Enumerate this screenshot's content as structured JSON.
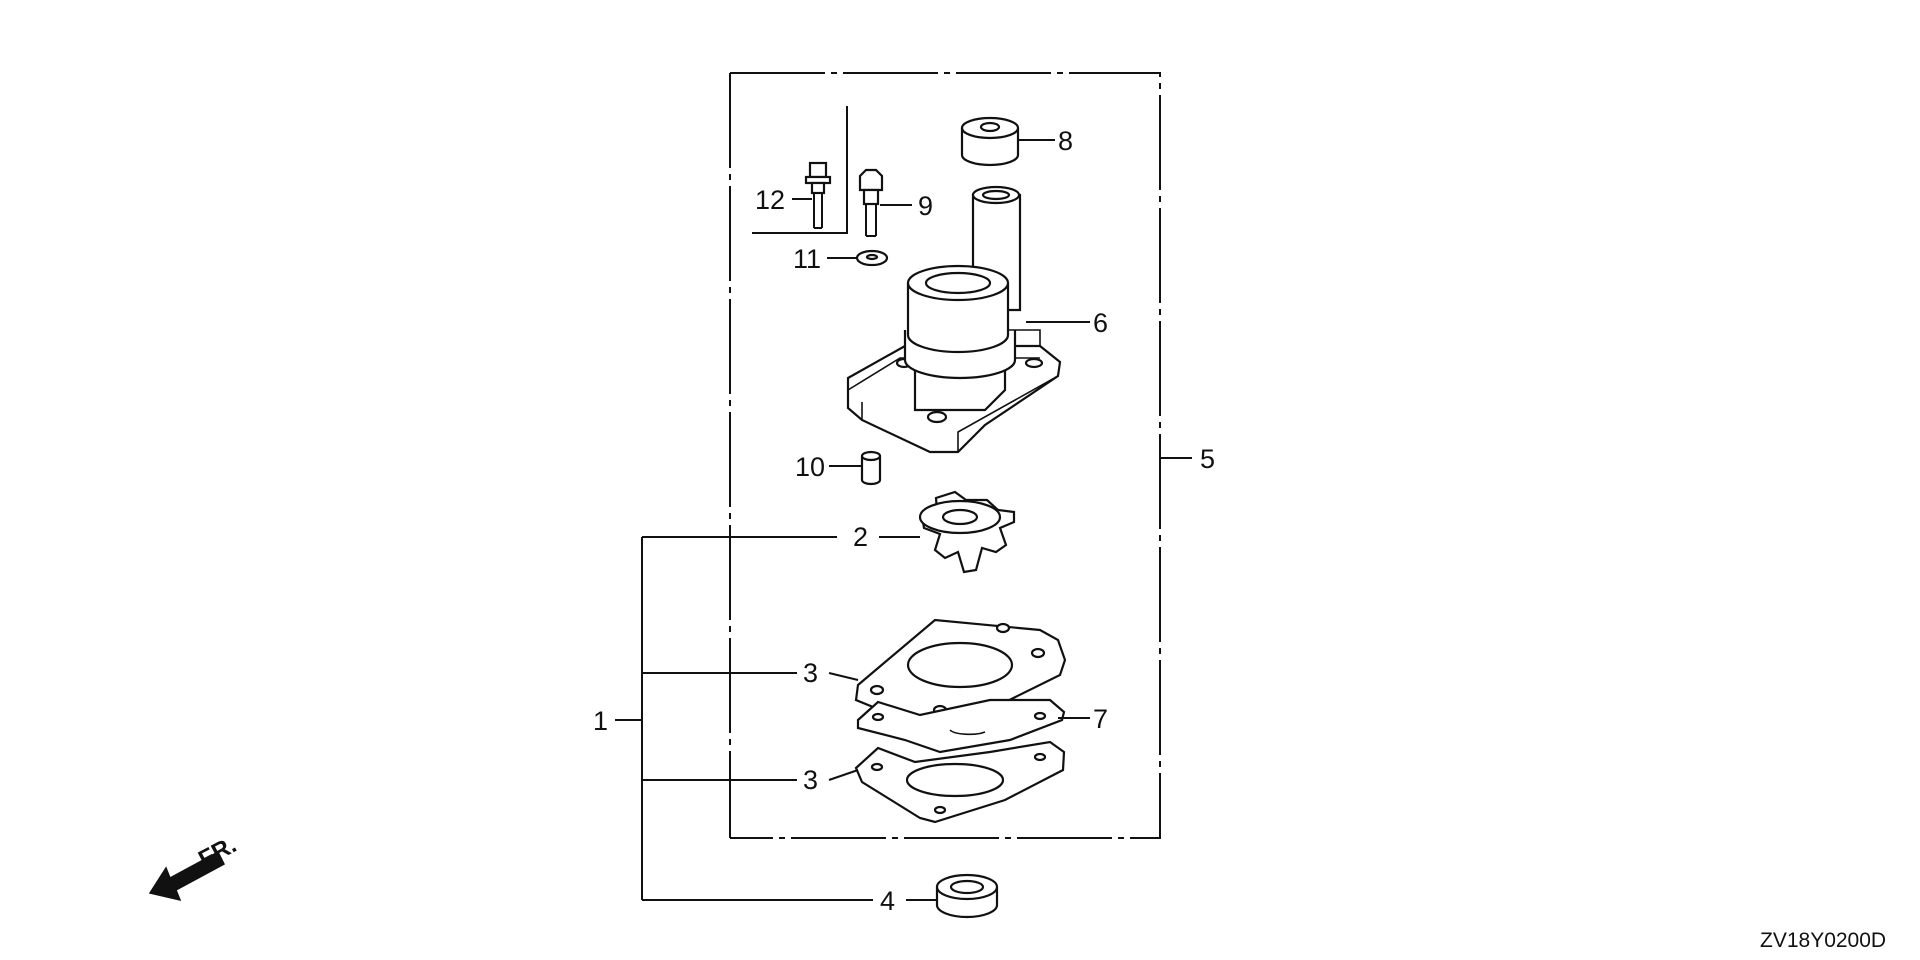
{
  "diagram": {
    "callouts": [
      {
        "id": "1",
        "text": "1"
      },
      {
        "id": "2",
        "text": "2"
      },
      {
        "id": "3a",
        "text": "3"
      },
      {
        "id": "3b",
        "text": "3"
      },
      {
        "id": "4",
        "text": "4"
      },
      {
        "id": "5",
        "text": "5"
      },
      {
        "id": "6",
        "text": "6"
      },
      {
        "id": "7",
        "text": "7"
      },
      {
        "id": "8",
        "text": "8"
      },
      {
        "id": "9",
        "text": "9"
      },
      {
        "id": "10",
        "text": "10"
      },
      {
        "id": "11",
        "text": "11"
      },
      {
        "id": "12",
        "text": "12"
      }
    ],
    "front_marker": "FR.",
    "drawing_code": "ZV18Y0200D",
    "colors": {
      "line": "#111111",
      "background": "#ffffff"
    }
  }
}
